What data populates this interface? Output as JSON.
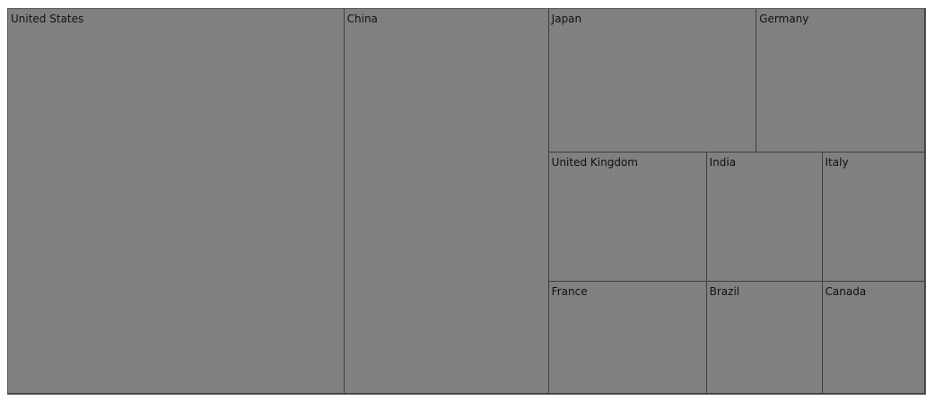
{
  "chart_data": {
    "type": "treemap",
    "tile_color": "#808080",
    "border_color": "#3e3e3e",
    "items": [
      {
        "label": "United States",
        "value": 161
      },
      {
        "label": "China",
        "value": 98
      },
      {
        "label": "Japan",
        "value": 37
      },
      {
        "label": "Germany",
        "value": 30
      },
      {
        "label": "United Kingdom",
        "value": 25.5
      },
      {
        "label": "India",
        "value": 18.6
      },
      {
        "label": "Italy",
        "value": 16.5
      },
      {
        "label": "France",
        "value": 22
      },
      {
        "label": "Brazil",
        "value": 16.2
      },
      {
        "label": "Canada",
        "value": 14.4
      }
    ]
  }
}
